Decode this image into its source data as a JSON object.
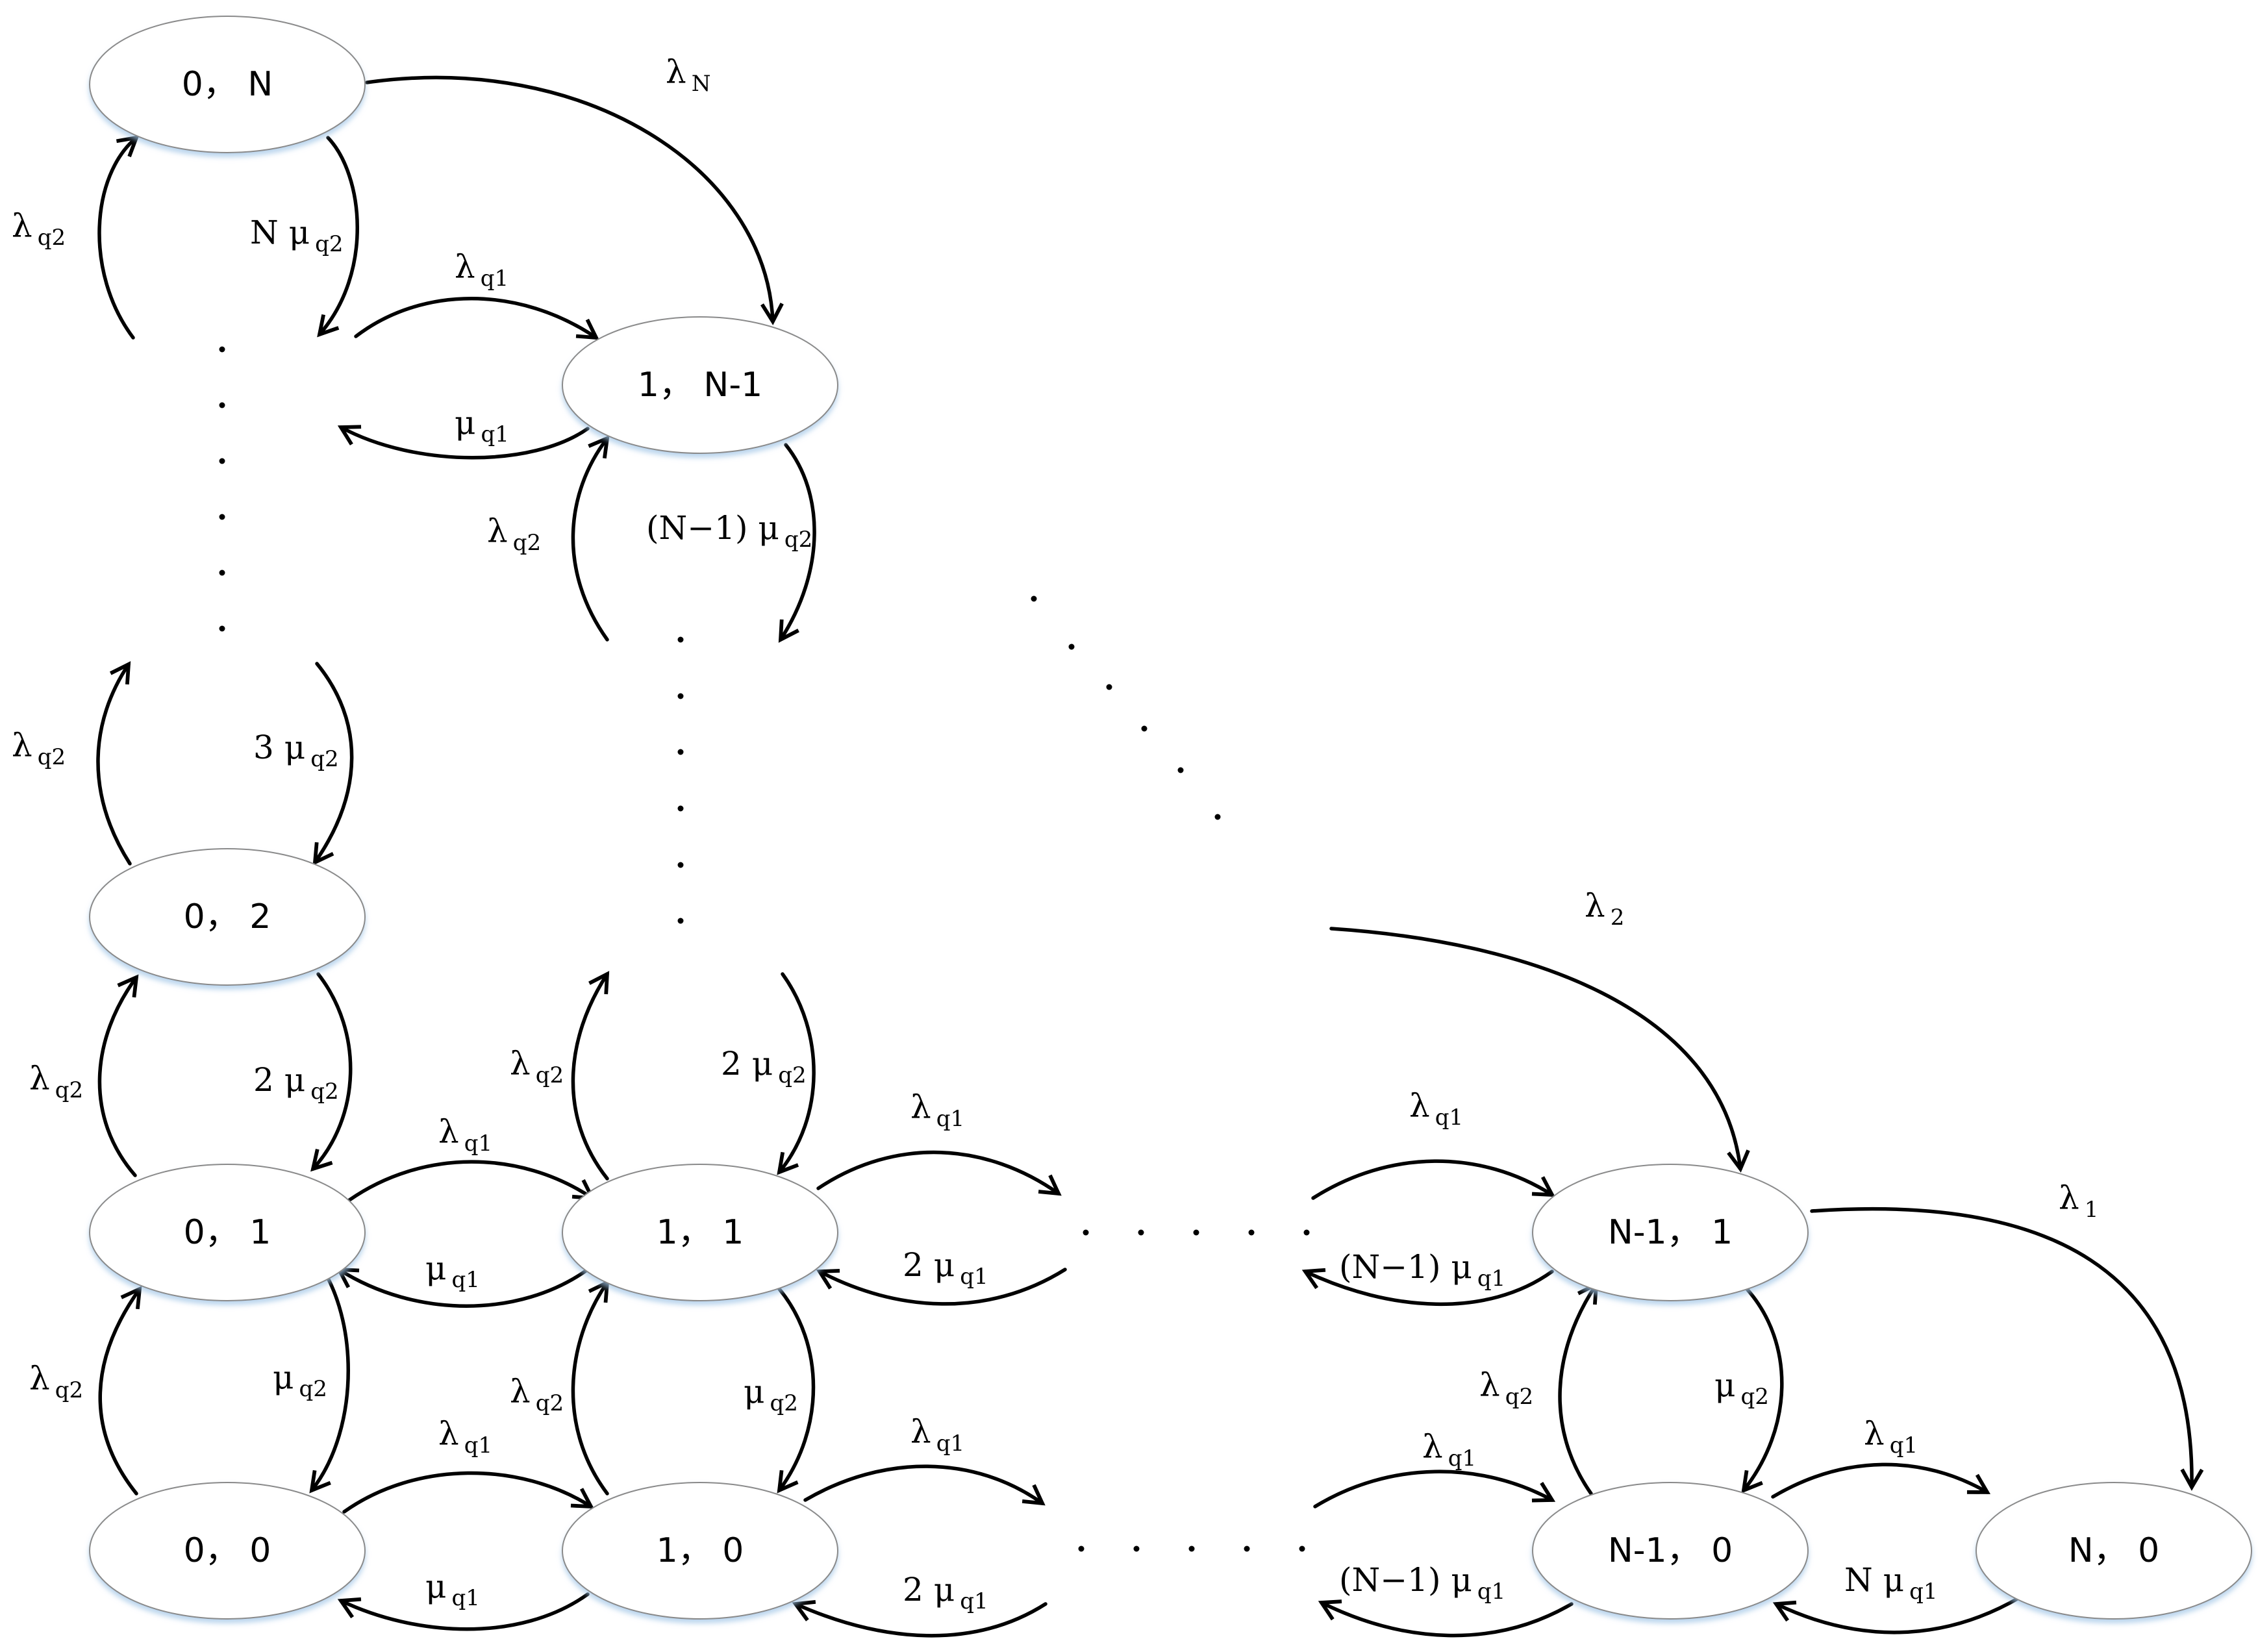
{
  "states": {
    "s0N": "0， N",
    "s1N1": "1， N-1",
    "s02": "0， 2",
    "s01": "0， 1",
    "s11": "1， 1",
    "sN11": "N-1， 1",
    "s00": "0， 0",
    "s10": "1， 0",
    "sN10": "N-1， 0",
    "sN0": "N， 0"
  },
  "labels": {
    "lambda_N": {
      "main": "λ",
      "sub": "N"
    },
    "l_0N_up": {
      "main": "λ",
      "sub": "q2"
    },
    "l_0N_down": {
      "main": "N μ",
      "sub": "q2"
    },
    "l_top_lq1": {
      "main": "λ",
      "sub": "q1"
    },
    "l_top_muq1": {
      "main": "μ",
      "sub": "q1"
    },
    "l_1N1_up": {
      "main": "λ",
      "sub": "q2"
    },
    "l_1N1_down": {
      "main": "(N−1) μ",
      "sub": "q2"
    },
    "l_02_up": {
      "main": "λ",
      "sub": "q2"
    },
    "l_02_down": {
      "main": "3 μ",
      "sub": "q2"
    },
    "lambda_2": {
      "main": "λ",
      "sub": "2"
    },
    "l_01_up": {
      "main": "λ",
      "sub": "q2"
    },
    "l_01_down": {
      "main": "2 μ",
      "sub": "q2"
    },
    "l_11_up": {
      "main": "λ",
      "sub": "q2"
    },
    "l_11_down": {
      "main": "2 μ",
      "sub": "q2"
    },
    "l_r1_lq1_a": {
      "main": "λ",
      "sub": "q1"
    },
    "l_r1_mu_a": {
      "main": "μ",
      "sub": "q1"
    },
    "l_r1_lq1_b": {
      "main": "λ",
      "sub": "q1"
    },
    "l_r1_mu_b": {
      "main": "2 μ",
      "sub": "q1"
    },
    "l_r1_lq1_c": {
      "main": "λ",
      "sub": "q1"
    },
    "l_r1_mu_c": {
      "main": "(N−1) μ",
      "sub": "q1"
    },
    "lambda_1": {
      "main": "λ",
      "sub": "1"
    },
    "l_00_up": {
      "main": "λ",
      "sub": "q2"
    },
    "l_00_down": {
      "main": "μ",
      "sub": "q2"
    },
    "l_10_up": {
      "main": "λ",
      "sub": "q2"
    },
    "l_10_down": {
      "main": "μ",
      "sub": "q2"
    },
    "l_N10_up": {
      "main": "λ",
      "sub": "q2"
    },
    "l_N10_down": {
      "main": "μ",
      "sub": "q2"
    },
    "l_r0_lq1_a": {
      "main": "λ",
      "sub": "q1"
    },
    "l_r0_mu_a": {
      "main": "μ",
      "sub": "q1"
    },
    "l_r0_lq1_b": {
      "main": "λ",
      "sub": "q1"
    },
    "l_r0_mu_b": {
      "main": "2 μ",
      "sub": "q1"
    },
    "l_r0_lq1_c": {
      "main": "λ",
      "sub": "q1"
    },
    "l_r0_mu_c": {
      "main": "(N−1) μ",
      "sub": "q1"
    },
    "l_r0_lq1_d": {
      "main": "λ",
      "sub": "q1"
    },
    "l_r0_mu_d": {
      "main": "N μ",
      "sub": "q1"
    }
  }
}
